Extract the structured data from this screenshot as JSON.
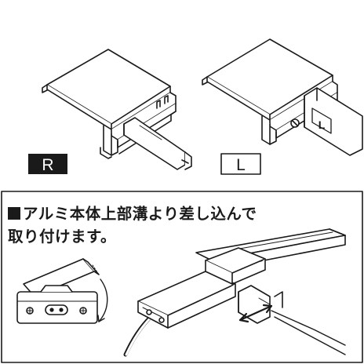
{
  "labels": {
    "r_badge": "R",
    "l_badge": "L",
    "l_cap_mark": "L"
  },
  "instruction": {
    "line1": "アルミ本体上部溝より差し込んで",
    "line2": "取り付けます。"
  },
  "colors": {
    "ink": "#1a1a1a",
    "r_badge_bg": "#1a1a1a",
    "r_badge_text": "#ffffff",
    "l_badge_bg": "#ffffff",
    "l_badge_text": "#1a1a1a",
    "panel_border": "#1a1a1a"
  }
}
